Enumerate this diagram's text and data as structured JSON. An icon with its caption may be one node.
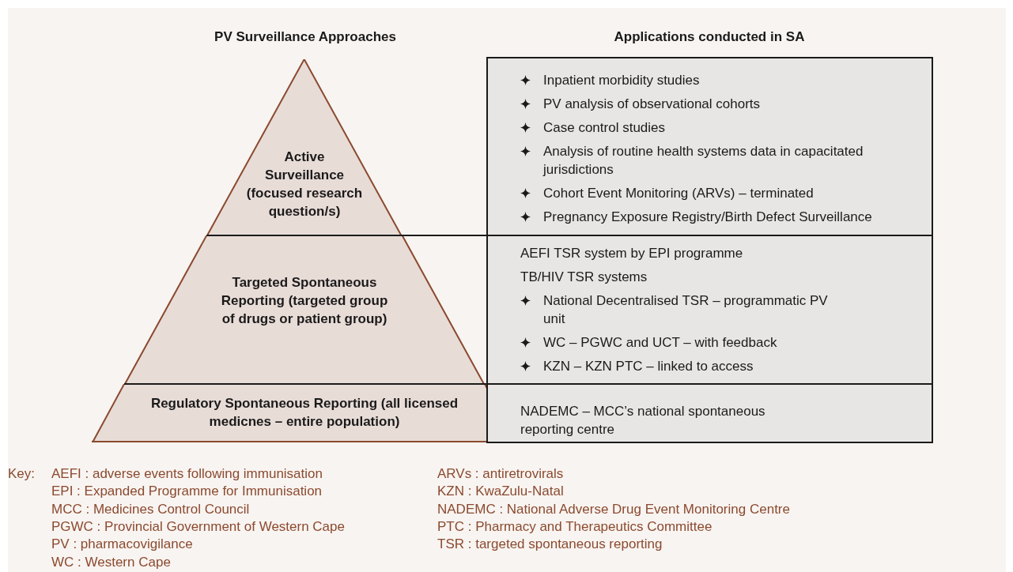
{
  "diagram": {
    "nodes": [
      {
        "text": [
          "Active Surveillance (focused research question/s)"
        ]
      },
      {
        "text": [
          "Targeted Spontaneous Reporting (targeted group of drugs or patient group)"
        ]
      },
      {
        "text": [
          "Regulatory Spontaneous Reporting (all licensed medicnes – entire population)"
        ]
      },
      {
        "text": [
          "Inpatient morbidity studies",
          "PV analysis of observational cohorts",
          "Case control studies",
          "Analysis of routine health systems data in capacitated jurisdictions",
          "Cohort Event Monitoring (ARVs) – terminated",
          "Pregnancy Exposure Registry/Birth Defect Surveillance"
        ]
      },
      {
        "text": [
          "AEFI TSR system by EPI programme",
          "TB/HIV TSR systems",
          "National Decentralised TSR – programmatic PV unit",
          "WC – PGWC and UCT – with feedback",
          "KZN – KZN PTC – linked to access"
        ]
      },
      {
        "text": [
          "NADEMC – MCC’s national spontaneous reporting centre"
        ]
      }
    ],
    "labels": [
      "PV Surveillance Approaches",
      "Applications conducted in SA",
      "Key:",
      "AEFI : adverse events following immunisation",
      "EPI : Expanded Programme for Immunisation",
      "MCC : Medicines Control Council",
      "PGWC : Provincial Government of Western Cape",
      "PV : pharmacovigilance",
      "WC : Western Cape",
      "ARVs : antiretrovirals",
      "KZN : KwaZulu-Natal",
      "NADEMC : National Adverse Drug Event Monitoring Centre",
      "PTC :  Pharmacy and Therapeutics Committee",
      "TSR : targeted spontaneous reporting"
    ]
  }
}
